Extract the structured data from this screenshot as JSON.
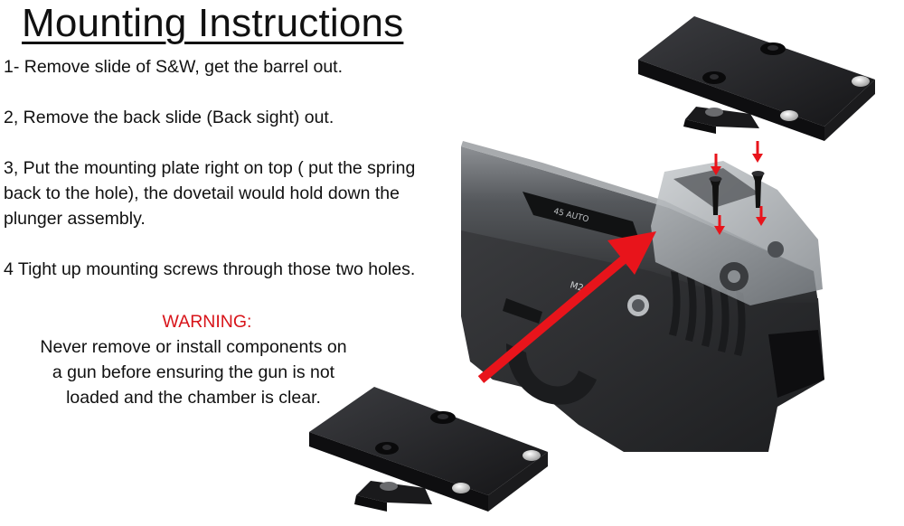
{
  "title": "Mounting Instructions",
  "steps": [
    "1- Remove slide of S&W, get the barrel out.",
    "2, Remove the back slide (Back sight) out.",
    "3, Put the mounting plate right on top ( put the spring back to the hole), the dovetail would hold down the plunger assembly.",
    "4 Tight up mounting screws through those two holes."
  ],
  "warning": {
    "title": "WARNING:",
    "text": "Never remove or install components on a gun before ensuring the gun is not loaded and the chamber is clear."
  },
  "illustration": {
    "slide_engraving": "M2.0",
    "barrel_engraving": "45 AUTO",
    "colors": {
      "arrow": "#e8141b",
      "plate": "#1c1c1e",
      "gun": "#2a2b2d",
      "optic": "#9ea3a7"
    }
  }
}
